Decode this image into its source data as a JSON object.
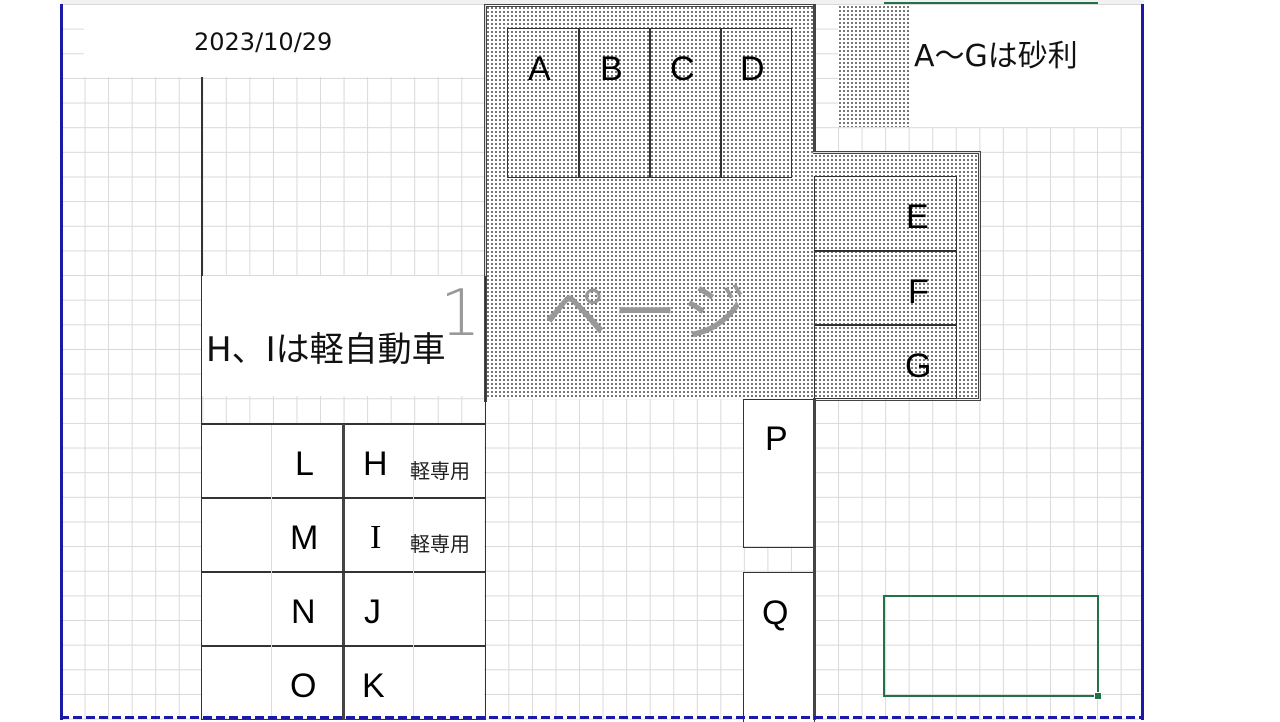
{
  "sheet": {
    "date": "2023/10/29",
    "page_watermark": {
      "number": "1",
      "label": "ページ"
    },
    "notes": {
      "gravel": "A～Gは砂利",
      "kei": "H、Iは軽自動車"
    },
    "gravel_spaces_top": [
      "A",
      "B",
      "C",
      "D"
    ],
    "gravel_spaces_right": [
      "E",
      "F",
      "G"
    ],
    "left_column_spaces": [
      "L",
      "M",
      "N",
      "O"
    ],
    "right_column_spaces": [
      {
        "label": "H",
        "note": "軽専用"
      },
      {
        "label": "I",
        "note": "軽専用"
      },
      {
        "label": "J",
        "note": ""
      },
      {
        "label": "K",
        "note": ""
      }
    ],
    "side_spaces": [
      "P",
      "Q"
    ]
  },
  "colors": {
    "page_break": "#1a1aa6",
    "selection": "#217346",
    "gridline": "#d9d9d9"
  }
}
